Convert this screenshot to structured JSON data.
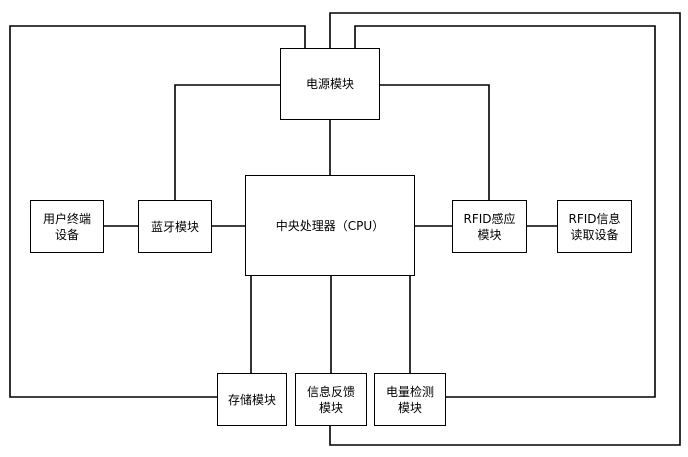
{
  "diagram": {
    "power": [
      "电源模块"
    ],
    "cpu": [
      "中央处理器（CPU）"
    ],
    "bluetooth": [
      "蓝牙模块"
    ],
    "user_terminal": [
      "用户终端",
      "设备"
    ],
    "rfid_sensor": [
      "RFID感应",
      "模块"
    ],
    "rfid_reader": [
      "RFID信息",
      "读取设备"
    ],
    "storage": [
      "存储模块"
    ],
    "feedback": [
      "信息反馈",
      "模块"
    ],
    "battery_detect": [
      "电量检测",
      "模块"
    ]
  }
}
